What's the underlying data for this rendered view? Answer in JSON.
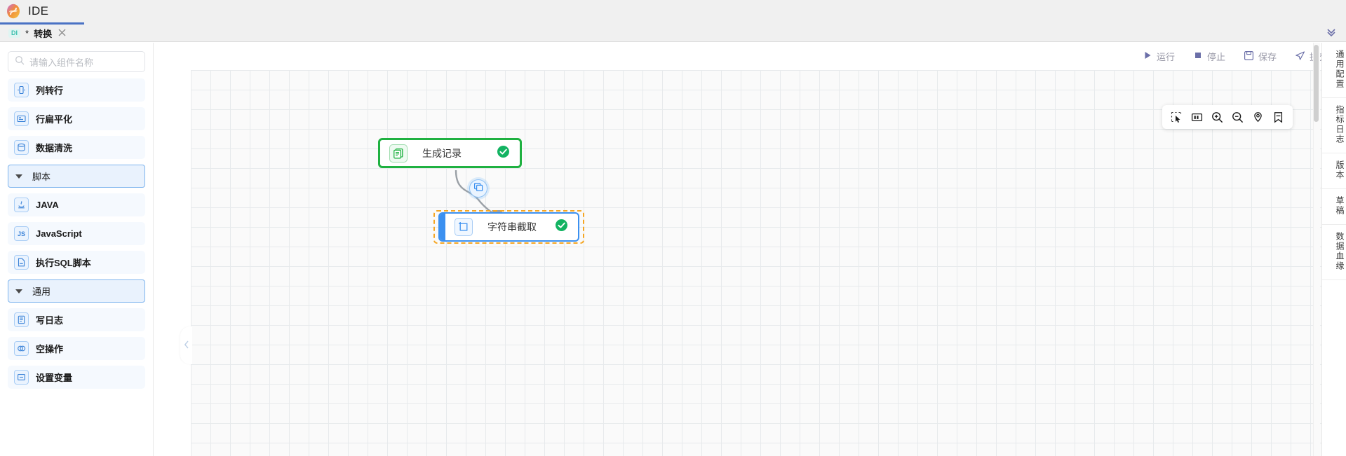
{
  "app": {
    "title": "IDE",
    "logo_icon": "swirl-logo-icon"
  },
  "tabbar": {
    "tabs": [
      {
        "badge": "DI",
        "dirty_marker": "*",
        "title": "转换",
        "close_icon": "close-icon"
      }
    ],
    "more_icon": "chevron-double-down-icon"
  },
  "sidebar": {
    "search": {
      "placeholder": "请输入组件名称",
      "value": "",
      "icon": "search-icon"
    },
    "items": [
      {
        "type": "component",
        "label": "列转行",
        "icon": "column-to-row-icon"
      },
      {
        "type": "component",
        "label": "行扁平化",
        "icon": "row-flatten-icon"
      },
      {
        "type": "component",
        "label": "数据清洗",
        "icon": "database-clean-icon"
      },
      {
        "type": "group",
        "label": "脚本",
        "icon": "caret-down-icon"
      },
      {
        "type": "component",
        "label": "JAVA",
        "icon": "java-icon"
      },
      {
        "type": "component",
        "label": "JavaScript",
        "icon": "js-icon"
      },
      {
        "type": "component",
        "label": "执行SQL脚本",
        "icon": "sql-file-icon"
      },
      {
        "type": "group",
        "label": "通用",
        "icon": "caret-down-icon"
      },
      {
        "type": "component",
        "label": "写日志",
        "icon": "log-write-icon"
      },
      {
        "type": "component",
        "label": "空操作",
        "icon": "noop-icon"
      },
      {
        "type": "component",
        "label": "设置变量",
        "icon": "set-variable-icon"
      }
    ],
    "collapse_handle_icon": "chevron-left-icon"
  },
  "toolbar": {
    "buttons": [
      {
        "label": "运行",
        "icon": "play-icon"
      },
      {
        "label": "停止",
        "icon": "stop-icon"
      },
      {
        "label": "保存",
        "icon": "save-icon"
      },
      {
        "label": "提交",
        "icon": "send-icon"
      }
    ]
  },
  "canvas_tools": [
    {
      "name": "marquee-select-icon"
    },
    {
      "name": "fit-to-screen-icon"
    },
    {
      "name": "zoom-in-icon"
    },
    {
      "name": "zoom-out-icon"
    },
    {
      "name": "locate-icon"
    },
    {
      "name": "bookmark-icon"
    }
  ],
  "canvas": {
    "nodes": [
      {
        "id": "generate-record",
        "label": "生成记录",
        "icon": "copy-records-icon",
        "status": "success",
        "status_icon": "check-circle-icon",
        "accent_color": "#1fb141",
        "selected": false
      },
      {
        "id": "substring",
        "label": "字符串截取",
        "icon": "crop-icon",
        "status": "success",
        "status_icon": "check-circle-icon",
        "accent_color": "#3b90f0",
        "selected": true
      }
    ],
    "edges": [
      {
        "from": "generate-record",
        "to": "substring",
        "badge_icon": "copy-icon"
      }
    ],
    "grid": true,
    "grid_size": 28
  },
  "right_rail": {
    "items": [
      {
        "label": "通用配置"
      },
      {
        "label": "指标日志"
      },
      {
        "label": "版本"
      },
      {
        "label": "草稿"
      },
      {
        "label": "数据血缘"
      }
    ]
  },
  "colors": {
    "accent_blue": "#3b90f0",
    "success_green": "#1fb141",
    "selection_orange": "#f5a623",
    "tab_active": "#4a72c4"
  }
}
